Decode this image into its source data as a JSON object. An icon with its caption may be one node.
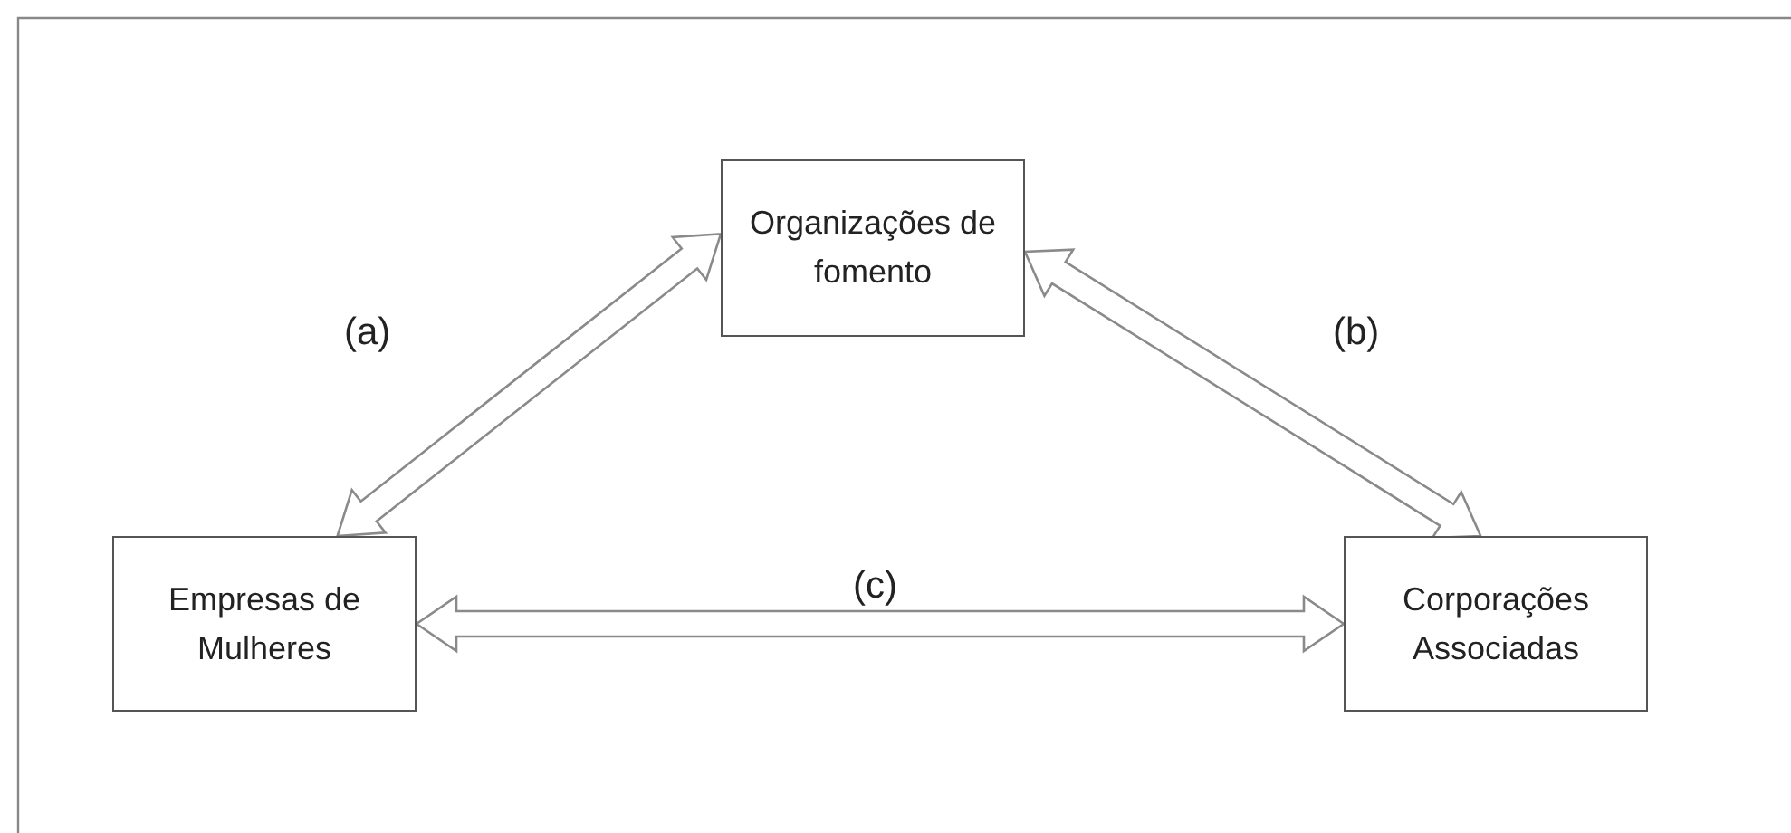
{
  "diagram": {
    "nodes": [
      {
        "text": [
          "Organizações de fomento"
        ]
      },
      {
        "text": [
          "Empresas de Mulheres"
        ]
      },
      {
        "text": [
          "Corporações Associadas"
        ]
      }
    ],
    "edges": [
      {
        "from": 1,
        "to": 0,
        "arrow": "both",
        "label": "(a)"
      },
      {
        "from": 0,
        "to": 2,
        "arrow": "both",
        "label": "(b)"
      },
      {
        "from": 1,
        "to": 2,
        "arrow": "both",
        "label": "(c)"
      }
    ]
  }
}
